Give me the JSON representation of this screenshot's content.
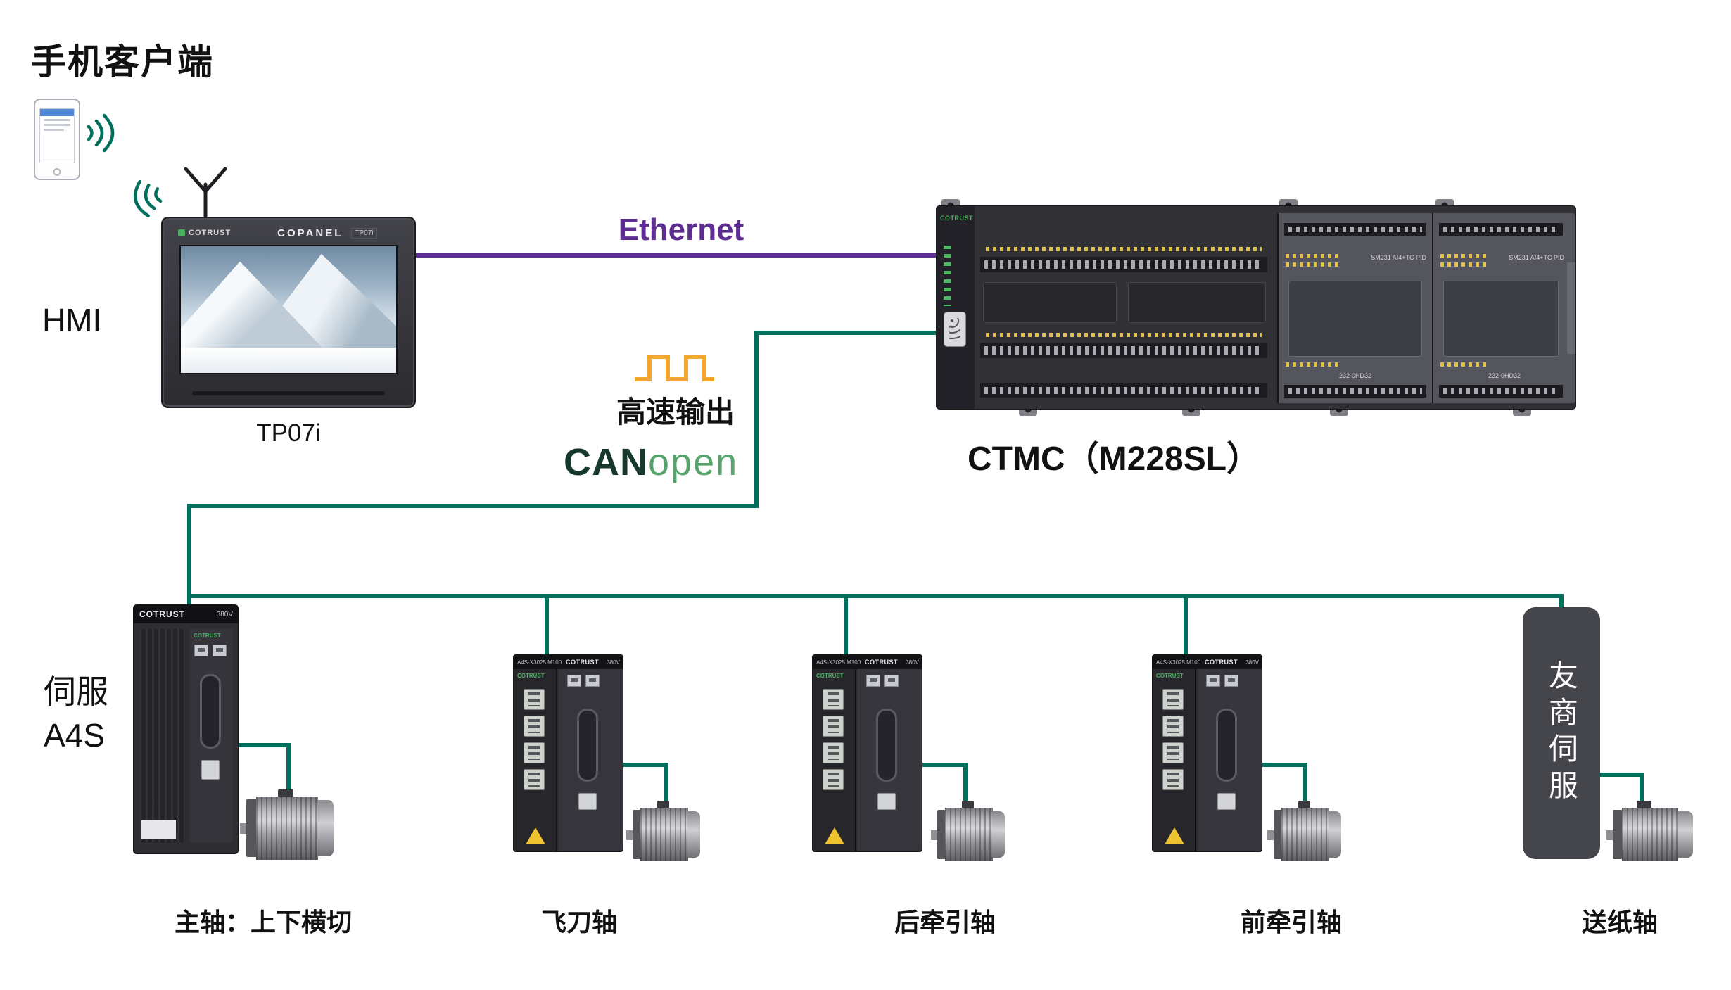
{
  "colors": {
    "ethernet_wire": "#5E2D91",
    "canopen_wire": "#00705C",
    "pulse_icon": "#F2A72E",
    "canopen_dark": "#17392B",
    "canopen_green": "#56A46C"
  },
  "icons": {
    "phone": "mobile-phone-icon",
    "phone_signal": "wireless-signal-arcs-icon",
    "wifi": "wifi-arcs-icon",
    "antenna": "antenna-icon",
    "pulse": "square-wave-icon"
  },
  "mobile": {
    "label": "手机客户端"
  },
  "hmi": {
    "label": "HMI",
    "model": "TP07i",
    "brand": "COTRUST",
    "product": "COPANEL",
    "badge": "TP07i"
  },
  "links": {
    "ethernet": "Ethernet",
    "pulse": "高速输出",
    "can": "CAN",
    "open": "open"
  },
  "plc": {
    "label": "CTMC（M228SL）",
    "brand": "COTRUST",
    "module_label": "SM231 AI4+TC PID",
    "module_sub": "232-0HD32"
  },
  "servo": {
    "label_line1": "伺服",
    "label_line2": "A4S",
    "big_brand": "COTRUST",
    "big_voltage": "380V",
    "small_model": "A4S-X3025 M100",
    "small_brand": "COTRUST",
    "small_voltage": "380V",
    "friend": "友商伺服"
  },
  "axes": [
    "主轴：上下横切",
    "飞刀轴",
    "后牵引轴",
    "前牵引轴",
    "送纸轴"
  ]
}
